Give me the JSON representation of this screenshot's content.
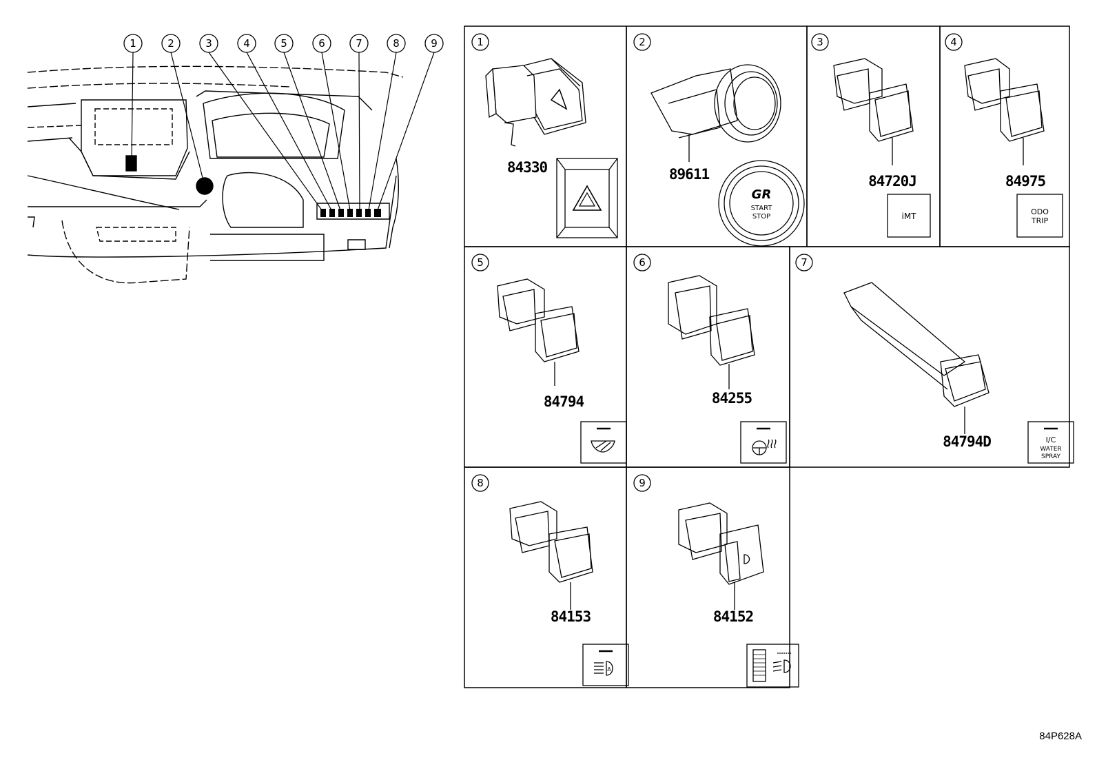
{
  "callouts": [
    "1",
    "2",
    "3",
    "4",
    "5",
    "6",
    "7",
    "8",
    "9"
  ],
  "panels": [
    {
      "num": "1",
      "part": "84330"
    },
    {
      "num": "2",
      "part": "89611"
    },
    {
      "num": "3",
      "part": "84720J"
    },
    {
      "num": "4",
      "part": "84975"
    },
    {
      "num": "5",
      "part": "84794"
    },
    {
      "num": "6",
      "part": "84255"
    },
    {
      "num": "7",
      "part": "84794D"
    },
    {
      "num": "8",
      "part": "84153"
    },
    {
      "num": "9",
      "part": "84152"
    }
  ],
  "symbols": {
    "start_button": [
      "START",
      "STOP"
    ],
    "imt": "iMT",
    "odo": [
      "ODO",
      "TRIP"
    ],
    "ic": [
      "I/C",
      "WATER",
      "SPRAY"
    ],
    "gr_logo": "GR"
  },
  "reference": "84P628A"
}
